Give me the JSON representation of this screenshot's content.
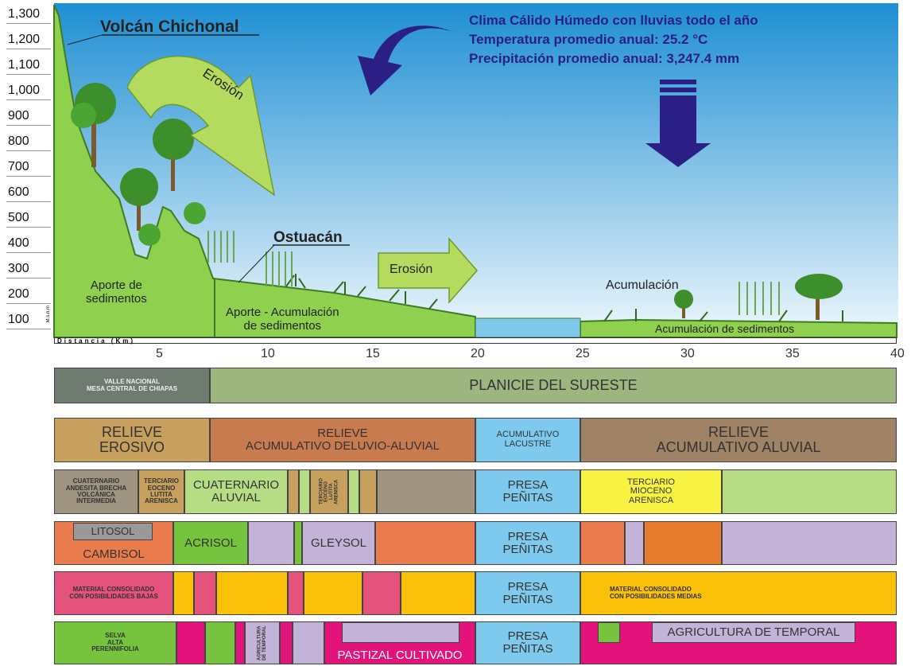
{
  "diagram": {
    "y_axis_labels": [
      "1,300",
      "1,200",
      "1,100",
      "1,000",
      "900",
      "800",
      "700",
      "600",
      "500",
      "400",
      "300",
      "200",
      "100"
    ],
    "y_axis_unit": "M.s.n.m",
    "x_axis_title": "Distancia (Km)",
    "x_ticks": [
      "5",
      "10",
      "15",
      "20",
      "25",
      "30",
      "35",
      "40"
    ],
    "labels": {
      "volcano": "Volcán Chichonal",
      "erosion_arc": "Erosión",
      "ostuacan": "Ostuacán",
      "erosion_arrow": "Erosión",
      "aporte": "Aporte de\nsedimentos",
      "aporte_acum": "Aporte - Acumulación\nde sedimentos",
      "acumulacion": "Acumulación",
      "acum_sed": "Acumulación de sedimentos"
    },
    "climate": [
      "Clima Cálido Húmedo con lluvias todo el año",
      "Temperatura promedio anual: 25.2 °C",
      "Precipitación promedio anual: 3,247.4 mm"
    ]
  },
  "rows": {
    "region": {
      "valle": "VALLE NACIONAL\nMESA CENTRAL DE CHIAPAS",
      "planicie": "PLANICIE DEL SURESTE"
    },
    "relieve": {
      "erosivo": "RELIEVE\nEROSIVO",
      "deluvio": "RELIEVE\nACUMULATIVO DELUVIO-ALUVIAL",
      "lacustre": "ACUMULATIVO\nLACUSTRE",
      "aluvial": "RELIEVE\nACUMULATIVO ALUVIAL"
    },
    "geologia": {
      "andesita": "CUATERNARIO\nANDESITA BRECHA\nVOLCÁNICA\nINTERMEDIA",
      "terciario1": "TERCIARIO\nEOCENO\nLUTITA\nARENISCA",
      "cuaternario": "CUATERNARIO\nALUVIAL",
      "terciario2": "TERCIARIO\nEOCENO\nLUTITA\nARENISCA",
      "presa": "PRESA\nPEÑITAS",
      "mioceno": "TERCIARIO\nMIOCENO\nARENISCA"
    },
    "suelos": {
      "litosol": "LITOSOL",
      "cambisol": "CAMBISOL",
      "acrisol": "ACRISOL",
      "gleysol": "GLEYSOL",
      "presa": "PRESA\nPEÑITAS"
    },
    "material": {
      "bajas": "MATERIAL CONSOLIDADO\nCON POSIBILIDADES BAJAS",
      "presa": "PRESA\nPEÑITAS",
      "medias": "MATERIAL CONSOLIDADO\nCON POSIBILIDADES MEDIAS"
    },
    "vegetacion": {
      "selva": "SELVA\nALTA\nPERENNIFOLIA",
      "agri_v": "AGRICULTURA\nDE TEMPORAL",
      "pastizal": "PASTIZAL CULTIVADO",
      "presa": "PRESA\nPEÑITAS",
      "agricultura": "AGRICULTURA DE TEMPORAL"
    }
  },
  "colors": {
    "sky_top": "#1e8fd3",
    "sky_bottom": "#e8f4fb",
    "terrain": "#8fd14f",
    "terrain_dark": "#4e9a2a",
    "water": "#7ec8ec",
    "arrow_green": "#b5db5e",
    "arrow_blue": "#2b1f86",
    "gray": "#6f7b70",
    "olive": "#9db57f",
    "tan": "#c6a05c",
    "brown": "#c97b50",
    "lake_blue": "#7ecaee",
    "dark_brown": "#a08365",
    "lime": "#b6dd84",
    "yellow": "#f8f243",
    "khaki": "#a09482",
    "orange": "#e97b4c",
    "green": "#76c33d",
    "lavender": "#c4b3d8",
    "dark_orange": "#e57c2d",
    "amber": "#f9c209",
    "pink": "#e5537c",
    "magenta": "#e4127b",
    "ltgray": "#999999"
  }
}
